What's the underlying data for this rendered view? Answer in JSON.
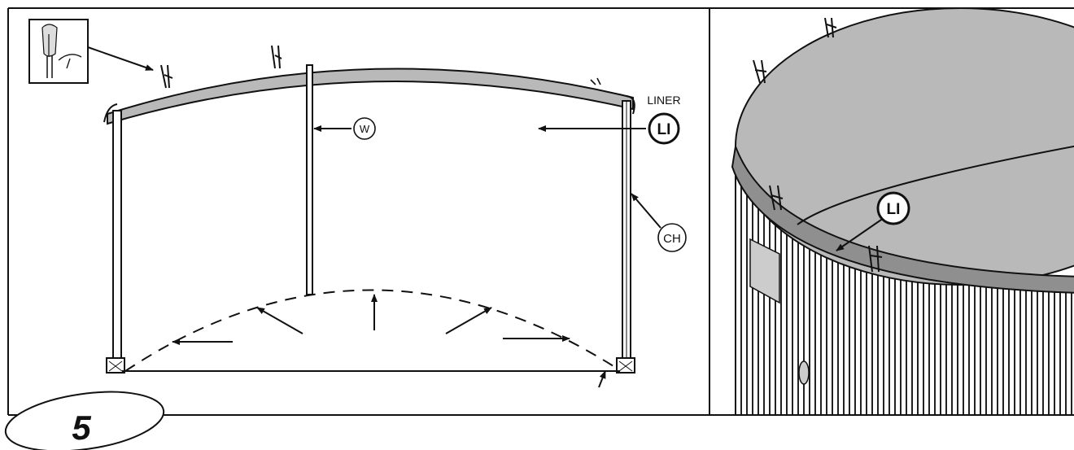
{
  "step": {
    "number": "5"
  },
  "left_panel": {
    "labels": {
      "liner_word": "LINER",
      "liner_code": "LI",
      "wall_code": "W",
      "channel_code": "CH"
    }
  },
  "right_panel": {
    "labels": {
      "liner_code": "LI"
    }
  },
  "colors": {
    "liner_gray": "#b9b9b9",
    "coping_gray": "#8f8f8f",
    "line": "#111111"
  }
}
